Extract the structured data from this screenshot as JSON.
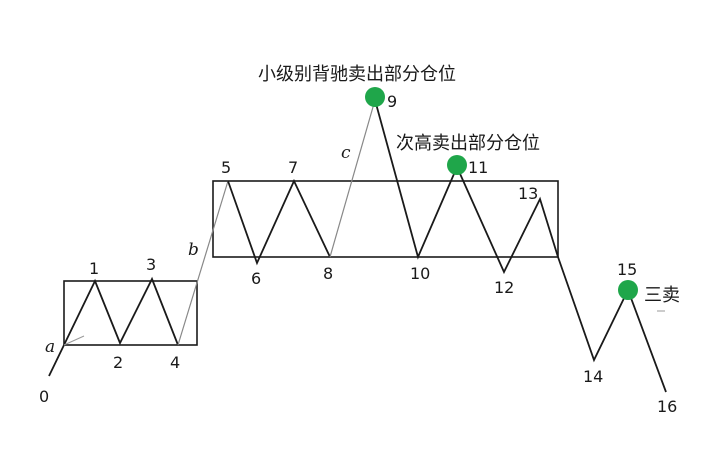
{
  "annotations": {
    "top_sell": "小级别背驰卖出部分仓位",
    "second_sell": "次高卖出部分仓位",
    "third_sell": "三卖"
  },
  "segment_labels": {
    "a": "a",
    "b": "b",
    "c": "c"
  },
  "points": [
    "0",
    "1",
    "2",
    "3",
    "4",
    "5",
    "6",
    "7",
    "8",
    "9",
    "10",
    "11",
    "12",
    "13",
    "14",
    "15",
    "16"
  ],
  "colors": {
    "marker": "#1fa64a",
    "line": "#1a1a1a",
    "gray_line": "#888888"
  }
}
